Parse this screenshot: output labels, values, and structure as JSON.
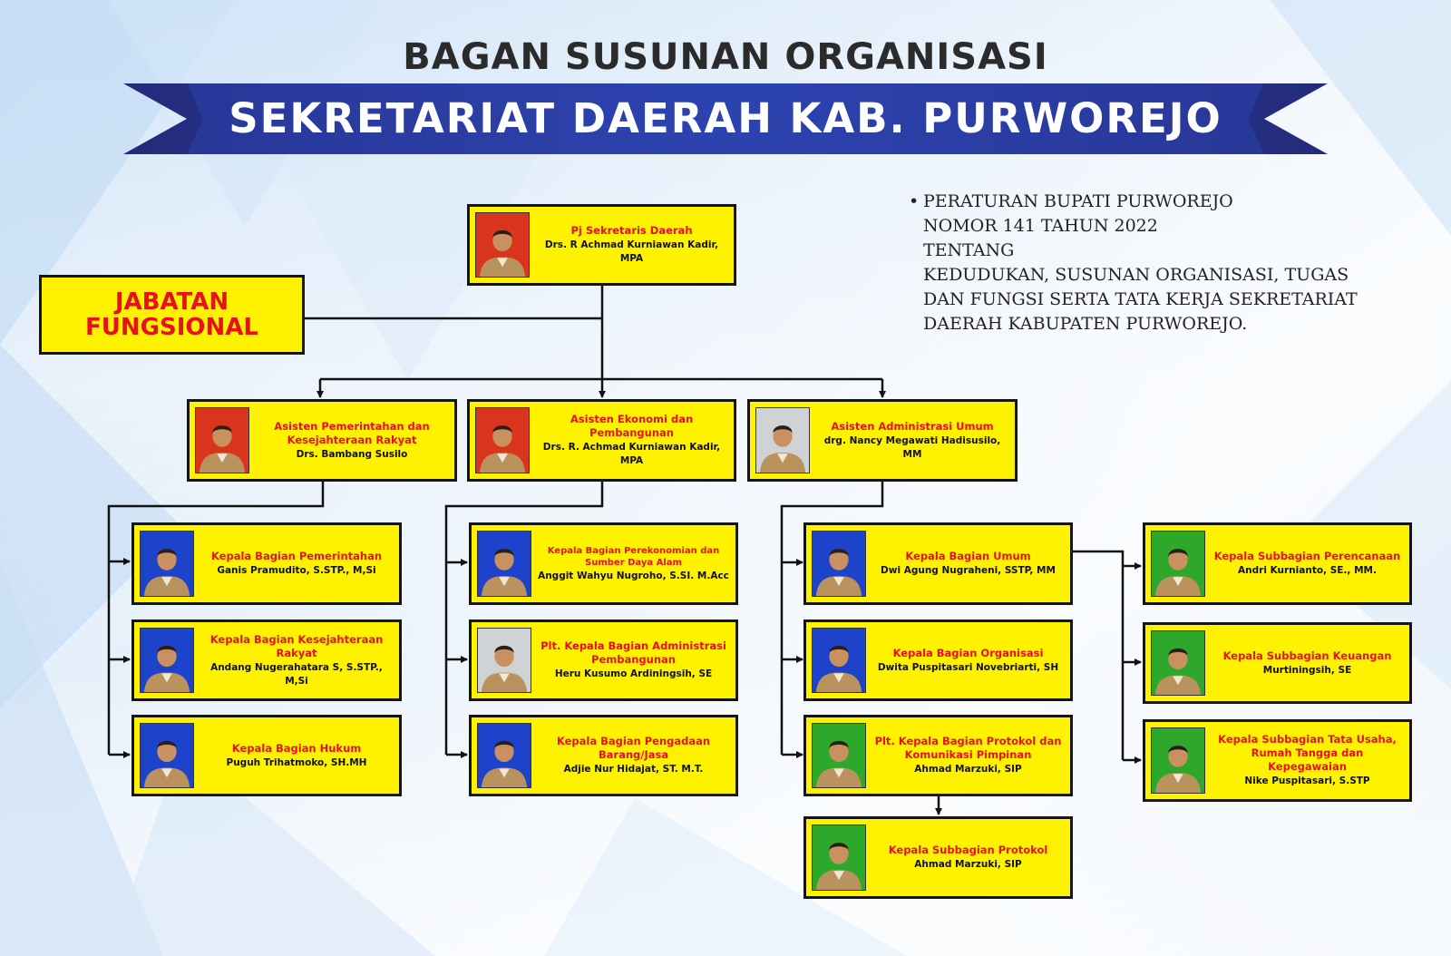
{
  "title": "BAGAN SUSUNAN ORGANISASI",
  "banner": "SEKRETARIAT DAERAH KAB. PURWOREJO",
  "regulation": {
    "bullet": "•",
    "lines": [
      "PERATURAN BUPATI PURWOREJO",
      "NOMOR 141 TAHUN 2022",
      "TENTANG",
      "KEDUDUKAN, SUSUNAN ORGANISASI, TUGAS",
      "DAN FUNGSI SERTA TATA KERJA SEKRETARIAT",
      "DAERAH KABUPATEN PURWOREJO."
    ]
  },
  "jabatan_fungsional": "JABATAN\nFUNGSIONAL",
  "colors": {
    "box_fill": "#fff200",
    "role_text": "#e8101a",
    "banner_navy": "#232a7a",
    "banner_blue": "#2e49b8",
    "photo_bg_red": "#d9341c",
    "photo_bg_blue": "#1c43c9",
    "photo_bg_green": "#2ea82b",
    "photo_bg_gray": "#cfd3d6"
  },
  "nodes": {
    "sekda": {
      "role": "Pj Sekretaris Daerah",
      "name": "Drs. R Achmad Kurniawan Kadir, MPA",
      "photo_bg": "red",
      "icon": "portrait-icon"
    },
    "asisten1": {
      "role": "Asisten Pemerintahan dan\nKesejahteraan Rakyat",
      "name": "Drs. Bambang Susilo",
      "photo_bg": "red",
      "icon": "portrait-icon"
    },
    "asisten2": {
      "role": "Asisten Ekonomi dan Pembangunan",
      "name": "Drs. R. Achmad Kurniawan Kadir, MPA",
      "photo_bg": "red",
      "icon": "portrait-icon"
    },
    "asisten3": {
      "role": "Asisten Administrasi Umum",
      "name": "drg. Nancy Megawati Hadisusilo, MM",
      "photo_bg": "gray",
      "icon": "portrait-icon"
    },
    "pemerintahan": {
      "role": "Kepala Bagian Pemerintahan",
      "name": "Ganis Pramudito, S.STP., M,Si",
      "photo_bg": "blue",
      "icon": "portrait-icon"
    },
    "kesra": {
      "role": "Kepala Bagian Kesejahteraan Rakyat",
      "name": "Andang Nugerahatara S, S.STP., M,Si",
      "photo_bg": "blue",
      "icon": "portrait-icon"
    },
    "hukum": {
      "role": "Kepala Bagian Hukum",
      "name": "Puguh Trihatmoko, SH.MH",
      "photo_bg": "blue",
      "icon": "portrait-icon"
    },
    "perekonomian": {
      "role": "Kepala Bagian Perekonomian dan\nSumber Daya Alam",
      "name": "Anggit Wahyu Nugroho, S.SI. M.Acc",
      "photo_bg": "blue",
      "icon": "portrait-icon"
    },
    "adminpemb": {
      "role": "Plt. Kepala Bagian Administrasi\nPembangunan",
      "name": "Heru Kusumo Ardiningsih, SE",
      "photo_bg": "gray",
      "icon": "portrait-icon"
    },
    "pengadaan": {
      "role": "Kepala Bagian Pengadaan Barang/Jasa",
      "name": "Adjie Nur Hidajat, ST. M.T.",
      "photo_bg": "blue",
      "icon": "portrait-icon"
    },
    "umum": {
      "role": "Kepala Bagian Umum",
      "name": "Dwi Agung Nugraheni, SSTP, MM",
      "photo_bg": "blue",
      "icon": "portrait-icon"
    },
    "organisasi": {
      "role": "Kepala Bagian Organisasi",
      "name": "Dwita Puspitasari Novebriarti, SH",
      "photo_bg": "blue",
      "icon": "portrait-icon"
    },
    "protokol": {
      "role": "Plt. Kepala Bagian Protokol dan\nKomunikasi Pimpinan",
      "name": "Ahmad Marzuki, SIP",
      "photo_bg": "green",
      "icon": "portrait-icon"
    },
    "subprotokol": {
      "role": "Kepala Subbagian Protokol",
      "name": "Ahmad Marzuki, SIP",
      "photo_bg": "green",
      "icon": "portrait-icon"
    },
    "perencanaan": {
      "role": "Kepala Subbagian Perencanaan",
      "name": "Andri Kurnianto, SE., MM.",
      "photo_bg": "green",
      "icon": "portrait-icon"
    },
    "keuangan": {
      "role": "Kepala Subbagian Keuangan",
      "name": "Murtiningsih, SE",
      "photo_bg": "green",
      "icon": "portrait-icon"
    },
    "tatausaha": {
      "role": "Kepala Subbagian Tata Usaha,\nRumah Tangga dan Kepegawaian",
      "name": "Nike Puspitasari, S.STP",
      "photo_bg": "green",
      "icon": "portrait-icon"
    }
  }
}
